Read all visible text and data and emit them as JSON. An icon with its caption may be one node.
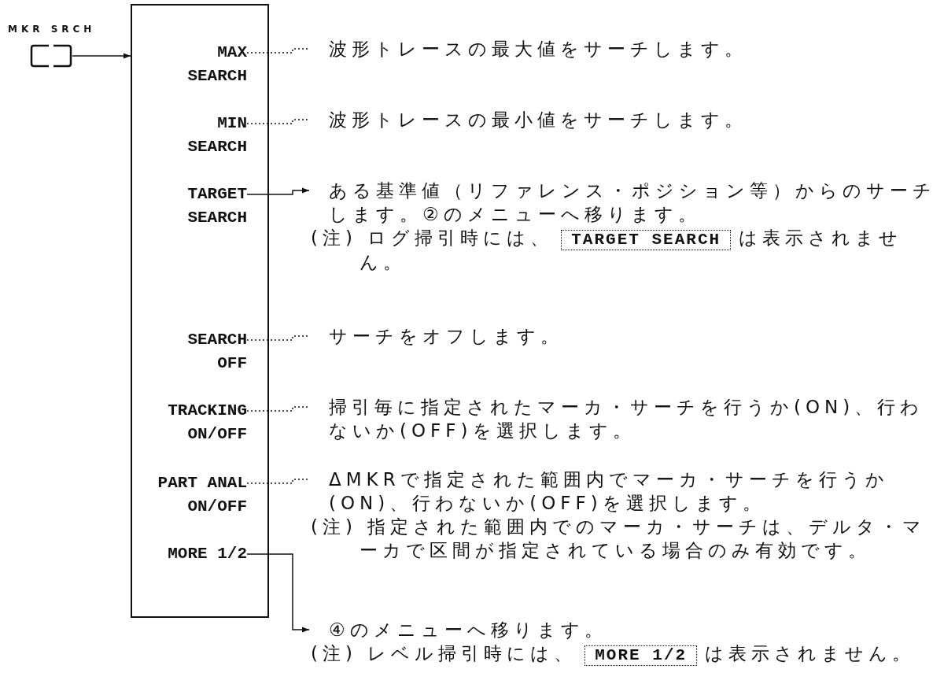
{
  "diagram": {
    "nodes": [
      {
        "text": [
          "MKR SRCH"
        ]
      },
      {
        "text": [],
        "shape": "box"
      },
      {
        "text": [
          "MAX SEARCH"
        ],
        "in": 1
      },
      {
        "text": [
          "MIN SEARCH"
        ],
        "in": 1
      },
      {
        "text": [
          "TARGET SEARCH"
        ],
        "in": 1
      },
      {
        "text": [
          "SEARCH OFF"
        ],
        "in": 1
      },
      {
        "text": [
          "TRACKING ON/OFF"
        ],
        "in": 1
      },
      {
        "text": [
          "PART ANAL ON/OFF"
        ],
        "in": 1
      },
      {
        "text": [
          "MORE 1/2"
        ],
        "in": 1
      },
      {
        "text": [
          "波形トレースの最大値をサーチします。"
        ]
      },
      {
        "text": [
          "波形トレースの最小値をサーチします。"
        ]
      },
      {
        "text": [
          "ある基準値（リファレンス・ポジション等）からのサーチします。②のメニューへ移ります。",
          "(注) ログ掃引時には、",
          "TARGET SEARCH",
          "は表示されません。"
        ]
      },
      {
        "text": [
          "サーチをオフします。"
        ]
      },
      {
        "text": [
          "掃引毎に指定されたマーカ・サーチを行うか(ON)、行わないか(OFF)を選択します。"
        ]
      },
      {
        "text": [
          "ΔMKRで指定された範囲内でマーカ・サーチを行うか(ON)、行わないか(OFF)を選択します。",
          "(注) 指定された範囲内でのマーカ・サーチは、デルタ・マーカで区間が指定されている場合のみ有効です。"
        ]
      },
      {
        "text": [
          "④のメニューへ移ります。",
          "(注) レベル掃引時には、",
          "MORE 1/2",
          "は表示されません。"
        ]
      }
    ],
    "edges": [
      {
        "from": 0,
        "to": 1,
        "arrow": "to"
      },
      {
        "from": 2,
        "to": 9,
        "arrow": "none",
        "style": "dashed"
      },
      {
        "from": 3,
        "to": 10,
        "arrow": "none",
        "style": "dashed"
      },
      {
        "from": 4,
        "to": 11,
        "arrow": "to"
      },
      {
        "from": 5,
        "to": 12,
        "arrow": "none",
        "style": "dashed"
      },
      {
        "from": 6,
        "to": 13,
        "arrow": "none",
        "style": "dashed"
      },
      {
        "from": 7,
        "to": 14,
        "arrow": "none",
        "style": "dashed"
      },
      {
        "from": 8,
        "to": 15,
        "arrow": "to"
      }
    ]
  }
}
